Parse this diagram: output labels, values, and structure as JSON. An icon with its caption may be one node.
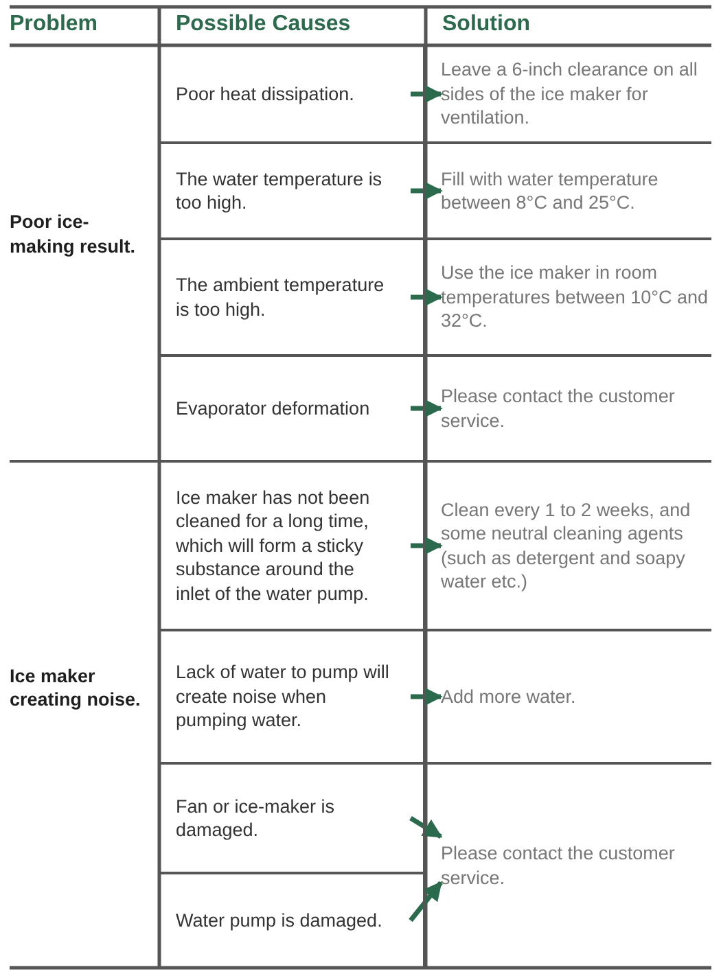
{
  "diagram": {
    "nodes": [
      {
        "text": [
          "Poor ice-making result."
        ]
      },
      {
        "text": [
          "Poor heat dissipation."
        ]
      },
      {
        "text": [
          "Leave a 6-inch clearance on all sides of the ice maker for ventilation."
        ]
      },
      {
        "text": [
          "The water temperature is too high."
        ]
      },
      {
        "text": [
          "Fill with water temperature between 8°C and 25°C."
        ]
      },
      {
        "text": [
          "The ambient temperature is too high."
        ]
      },
      {
        "text": [
          "Use the ice maker in room temperatures between 10°C and 32°C."
        ]
      },
      {
        "text": [
          "Evaporator deformation"
        ]
      },
      {
        "text": [
          "Please contact the customer service."
        ]
      },
      {
        "text": [
          "Ice maker creating noise."
        ]
      },
      {
        "text": [
          "Ice maker has not been cleaned for a long time, which will form a sticky substance around the inlet of the water pump."
        ]
      },
      {
        "text": [
          "Clean every 1 to 2 weeks, and some neutral cleaning agents (such as detergent and soapy water etc.)"
        ]
      },
      {
        "text": [
          "Lack of water to pump will create noise when pumping water."
        ]
      },
      {
        "text": [
          "Add more water."
        ]
      },
      {
        "text": [
          "Fan or ice-maker is damaged."
        ]
      },
      {
        "text": [
          "Please contact the customer service."
        ]
      },
      {
        "text": [
          "Water pump is damaged."
        ]
      }
    ],
    "edges": [
      {
        "from": 1,
        "to": 2,
        "arrow": "to"
      },
      {
        "from": 3,
        "to": 4,
        "arrow": "to"
      },
      {
        "from": 5,
        "to": 6,
        "arrow": "to"
      },
      {
        "from": 7,
        "to": 8,
        "arrow": "to"
      },
      {
        "from": 10,
        "to": 11,
        "arrow": "to"
      },
      {
        "from": 12,
        "to": 13,
        "arrow": "to"
      },
      {
        "from": 14,
        "to": 15,
        "arrow": "to"
      },
      {
        "from": 16,
        "to": 15,
        "arrow": "to"
      }
    ],
    "labels": [
      "Problem",
      "Possible Causes",
      "Solution"
    ]
  }
}
